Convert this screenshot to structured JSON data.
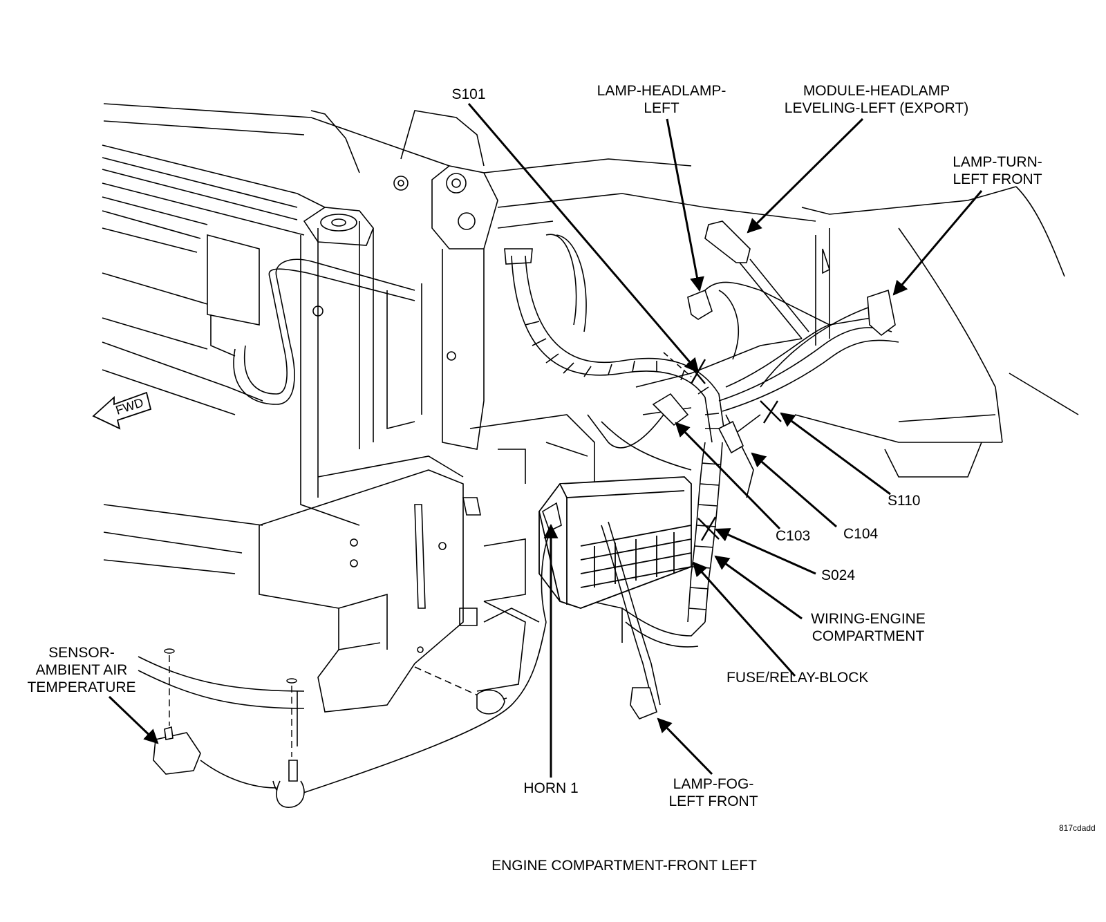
{
  "figure": {
    "caption": "ENGINE COMPARTMENT-FRONT LEFT",
    "reference_code": "817cdadd",
    "direction_arrow": "FWD"
  },
  "callouts": {
    "s101": {
      "lines": [
        "S101"
      ]
    },
    "lamp_headlamp_left": {
      "lines": [
        "LAMP-HEADLAMP-",
        "LEFT"
      ]
    },
    "module_headlamp_leveling": {
      "lines": [
        "MODULE-HEADLAMP",
        "LEVELING-LEFT (EXPORT)"
      ]
    },
    "lamp_turn_left_front": {
      "lines": [
        "LAMP-TURN-",
        "LEFT FRONT"
      ]
    },
    "s110": {
      "lines": [
        "S110"
      ]
    },
    "c103": {
      "lines": [
        "C103"
      ]
    },
    "c104": {
      "lines": [
        "C104"
      ]
    },
    "s024": {
      "lines": [
        "S024"
      ]
    },
    "wiring_engine_compartment": {
      "lines": [
        "WIRING-ENGINE",
        "COMPARTMENT"
      ]
    },
    "fuse_relay_block": {
      "lines": [
        "FUSE/RELAY-BLOCK"
      ]
    },
    "sensor_ambient_air": {
      "lines": [
        "SENSOR-",
        "AMBIENT AIR",
        "TEMPERATURE"
      ]
    },
    "horn_1": {
      "lines": [
        "HORN 1"
      ]
    },
    "lamp_fog_left_front": {
      "lines": [
        "LAMP-FOG-",
        "LEFT FRONT"
      ]
    }
  },
  "colors": {
    "line": "#000000",
    "background": "#ffffff"
  }
}
